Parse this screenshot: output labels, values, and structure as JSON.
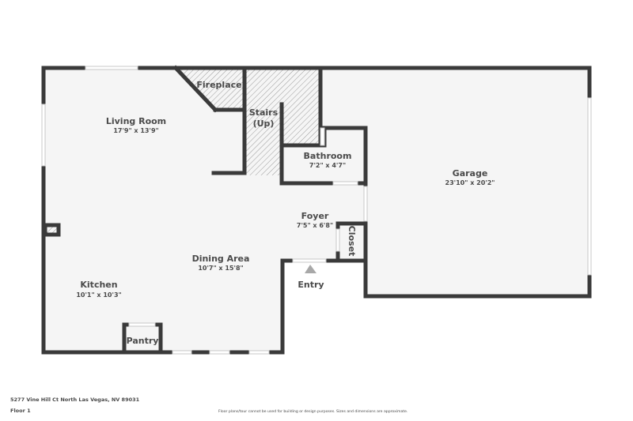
{
  "plan": {
    "colors": {
      "wall": "#3a3a3a",
      "floor": "#f5f5f5",
      "background": "#ffffff",
      "hatch": "#9a9a9a",
      "text": "#4a4a4a",
      "entry_marker": "#a8a8a8"
    },
    "rooms": {
      "living_room": {
        "name": "Living Room",
        "dims": "17'9\" x 13'9\""
      },
      "fireplace": {
        "name": "Fireplace"
      },
      "stairs": {
        "name": "Stairs",
        "sub": "(Up)"
      },
      "bathroom": {
        "name": "Bathroom",
        "dims": "7'2\" x 4'7\""
      },
      "garage": {
        "name": "Garage",
        "dims": "23'10\" x 20'2\""
      },
      "foyer": {
        "name": "Foyer",
        "dims": "7'5\" x 6'8\""
      },
      "closet": {
        "name": "Closet"
      },
      "dining_area": {
        "name": "Dining Area",
        "dims": "10'7\" x 15'8\""
      },
      "kitchen": {
        "name": "Kitchen",
        "dims": "10'1\" x 10'3\""
      },
      "pantry": {
        "name": "Pantry"
      },
      "entry": {
        "name": "Entry"
      }
    }
  },
  "footer": {
    "address": "5277 Vine Hill Ct North Las Vegas, NV 89031",
    "floor": "Floor 1",
    "disclaimer": "Floor plans/tour cannot be used for building or design purposes. Sizes and dimensions are approximate."
  }
}
